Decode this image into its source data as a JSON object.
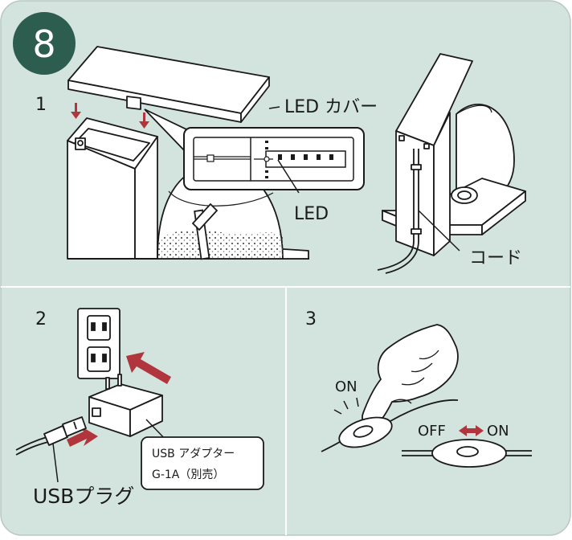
{
  "step_badge": "8",
  "colors": {
    "panel": "#d3e4de",
    "badge": "#2d5d4f",
    "arrow": "#b0353d",
    "line": "#1a1a1a",
    "fill": "#ffffff"
  },
  "panels": {
    "p1": {
      "number": "1",
      "labels": {
        "cover": "LED カバー",
        "led": "LED",
        "cord": "コード"
      }
    },
    "p2": {
      "number": "2",
      "adapter_box": {
        "line1": "USB アダプター",
        "line2": "G-1A（別売）"
      },
      "plug_label": "USBプラグ"
    },
    "p3": {
      "number": "3",
      "on_label": "ON",
      "off_label": "OFF",
      "on_label2": "ON"
    }
  }
}
